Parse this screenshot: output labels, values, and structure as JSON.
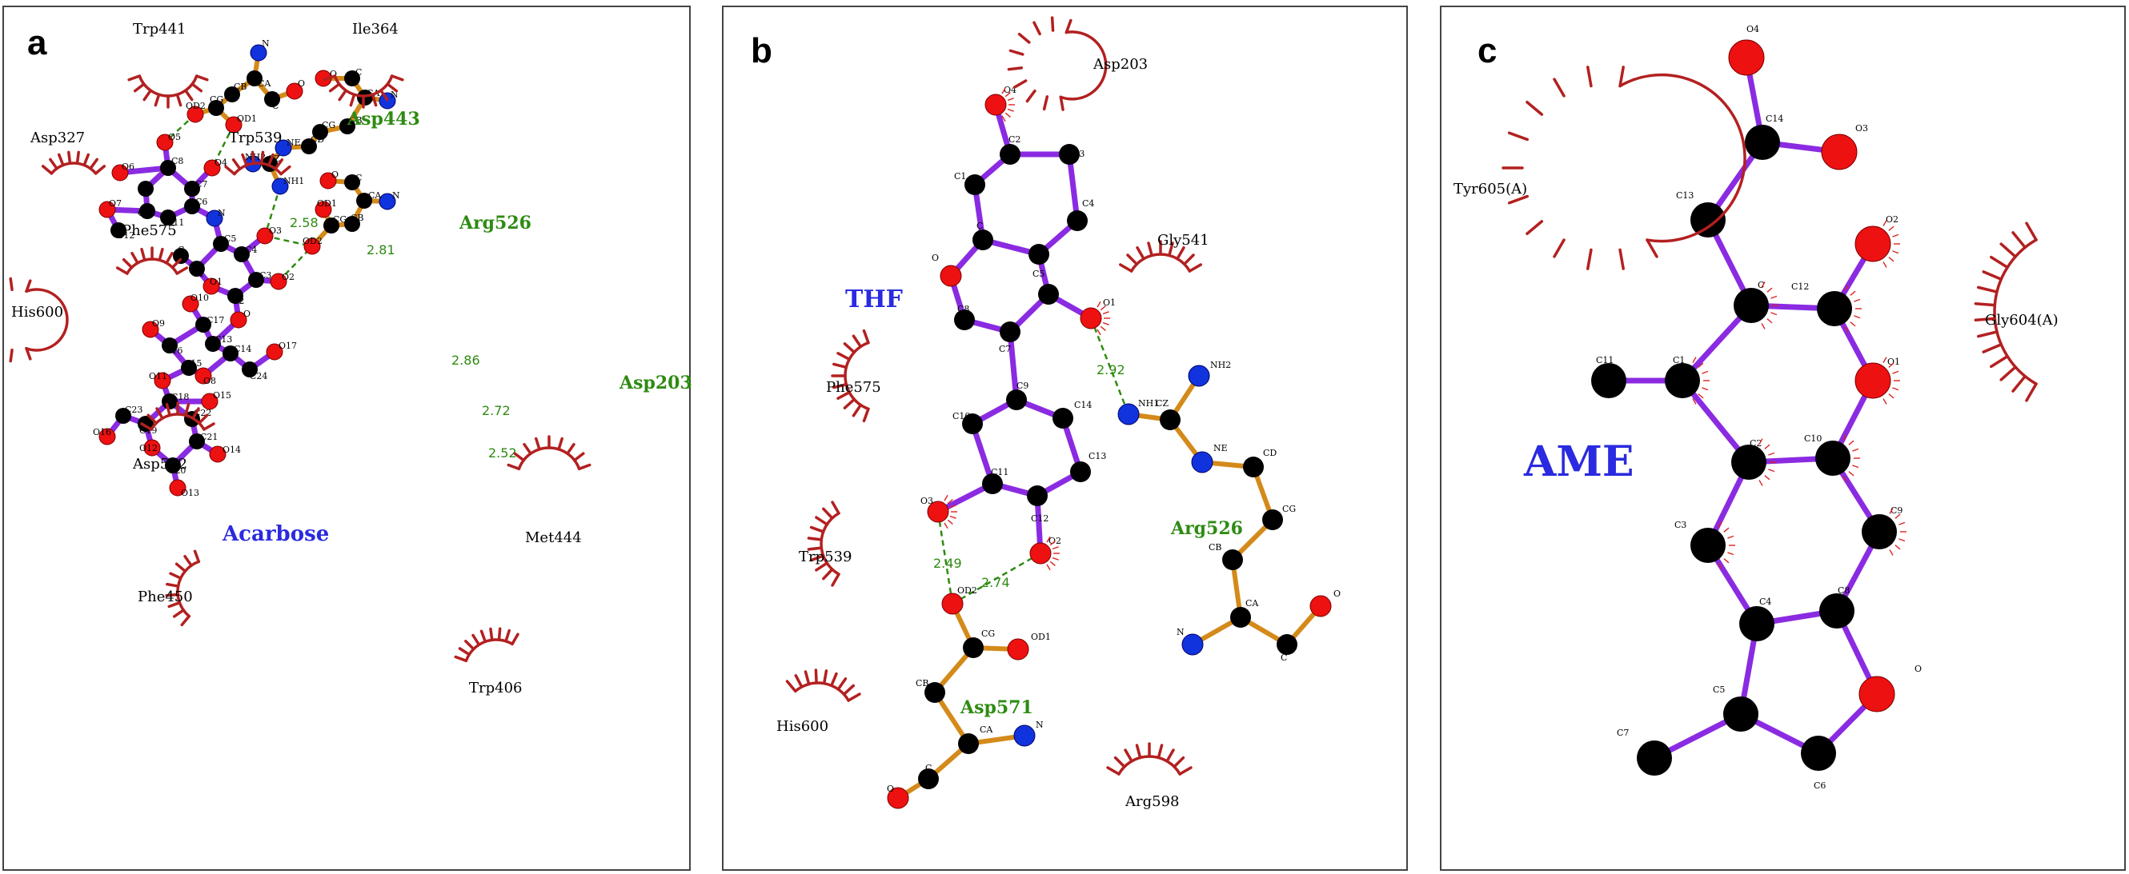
{
  "colors": {
    "ligand_bond": "#8a2be2",
    "residue_bond": "#d48a1a",
    "hbond": "#2e8b12",
    "hydrophobic": "#b32020",
    "oxygen": "#ee1111",
    "nitrogen": "#1133dd",
    "carbon": "#000000",
    "ligand_name": "#2a2ae0",
    "residue_name": "#2e8b12"
  },
  "panels": [
    {
      "label": "a",
      "ligand": "Acarbose",
      "hbond_residues": [
        "Asp443",
        "Arg526",
        "Asp203"
      ],
      "hydrophobic_residues": [
        "Trp441",
        "Ile364",
        "Asp327",
        "Trp539",
        "Phe575",
        "His600",
        "Asp542",
        "Met444",
        "Phe450",
        "Trp406"
      ],
      "distances": [
        "2.58",
        "2.81",
        "2.86",
        "2.72",
        "2.52"
      ]
    },
    {
      "label": "b",
      "ligand": "THF",
      "hbond_residues": [
        "Arg526",
        "Asp571"
      ],
      "hydrophobic_residues": [
        "Asp203",
        "Gly541",
        "Phe575",
        "Trp539",
        "His600",
        "Arg598"
      ],
      "distances": [
        "2.92",
        "2.49",
        "2.74"
      ]
    },
    {
      "label": "c",
      "ligand": "AME",
      "hbond_residues": [],
      "hydrophobic_residues": [
        "Tyr605(A)",
        "Gly604(A)"
      ],
      "distances": []
    }
  ]
}
